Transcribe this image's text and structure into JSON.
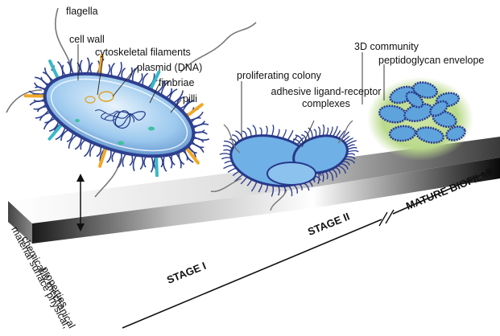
{
  "labels": {
    "flagella": "flagella",
    "cell_wall": "cell wall",
    "cytoskeletal": "cytoskeletal filaments",
    "plasmid": "plasmid (DNA)",
    "fimbriae": "fimbriae",
    "pilli": "pilli",
    "proliferating": "proliferating colony",
    "adhesive_1": "adhesive ligand-receptor",
    "adhesive_2": "complexes",
    "community": "3D community",
    "envelope": "peptidoglycan envelope",
    "material_1": "material surface physical,",
    "material_2": "chemical & mechanical",
    "material_3": "properties"
  },
  "stages": {
    "stage1": "STAGE I",
    "stage2": "STAGE II",
    "mature": "MATURE BIOFILM"
  },
  "colors": {
    "cell_fill": "#9cc9ee",
    "cell_membrane": "#2e3f8f",
    "fimbriae": "#f0a825",
    "pilli": "#39b8c7",
    "envelope_glow": "#b9d98a",
    "colony_fill": "#5fa3dd"
  }
}
